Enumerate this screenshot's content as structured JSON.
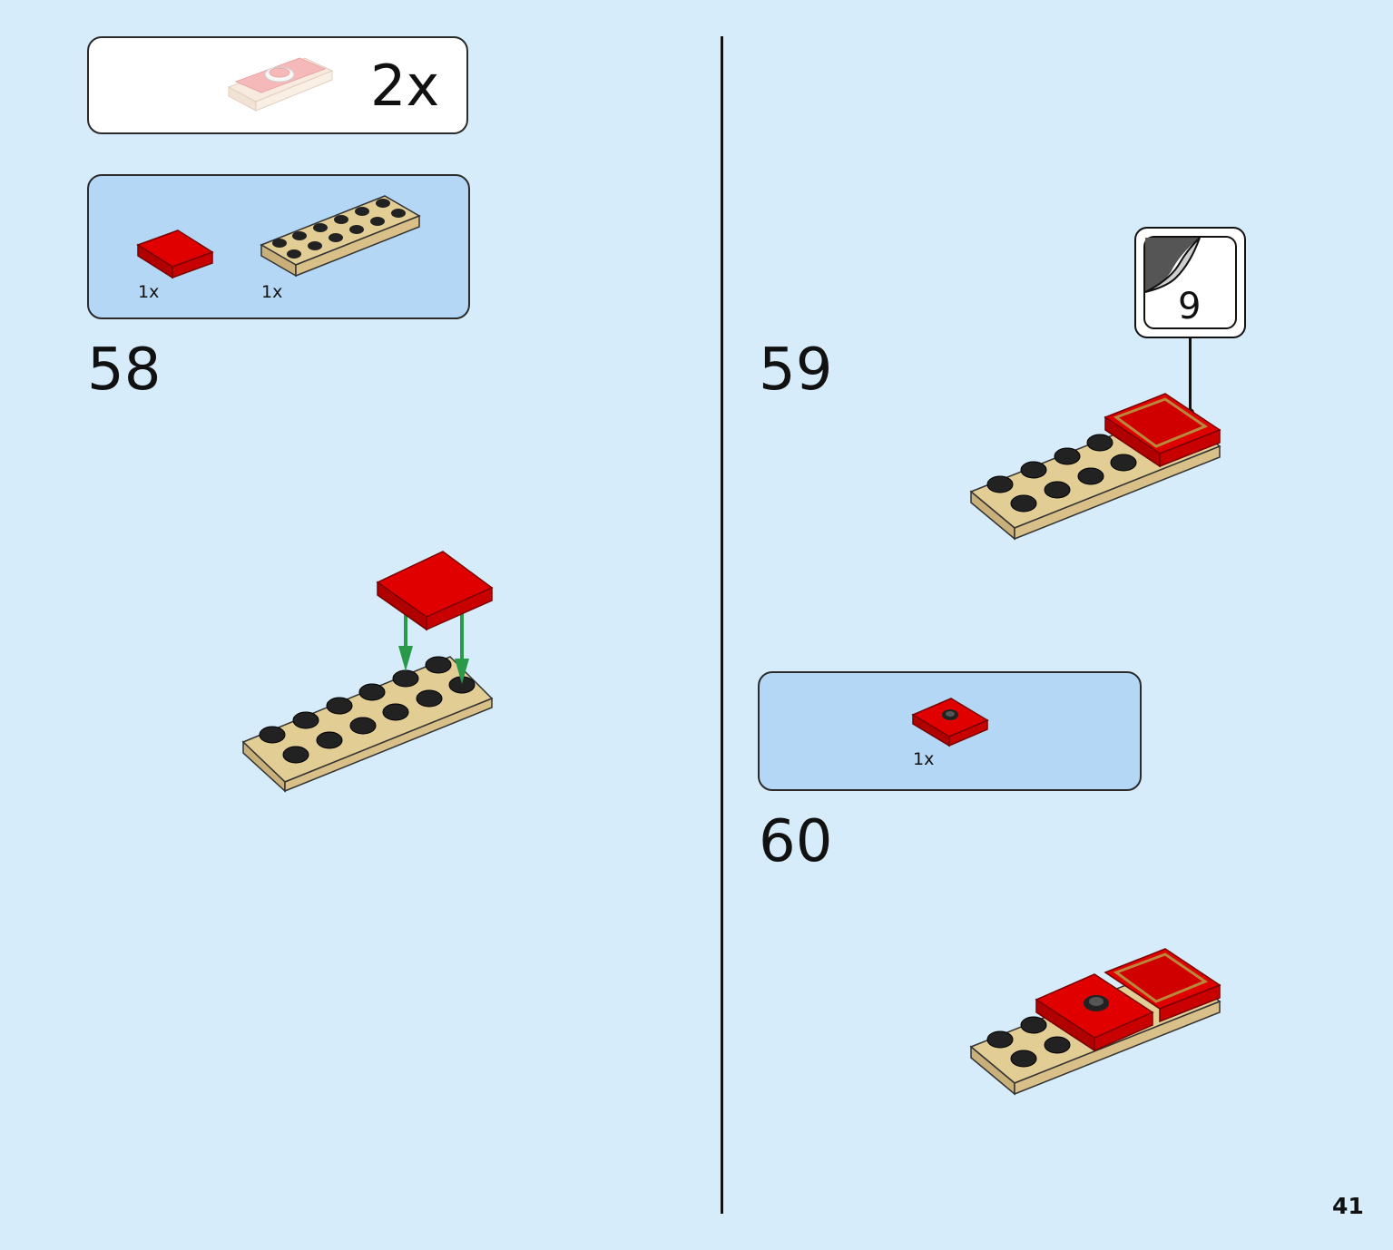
{
  "callout": {
    "count": "2x",
    "icon": "red-tile-subassembly-icon"
  },
  "steps": [
    {
      "number": "58",
      "parts": [
        {
          "qty": "1x",
          "icon": "red-tile-2x2-icon"
        },
        {
          "qty": "1x",
          "icon": "tan-plate-2x6-icon"
        }
      ]
    },
    {
      "number": "59",
      "sticker": "9"
    },
    {
      "number": "60",
      "parts": [
        {
          "qty": "1x",
          "icon": "red-jumper-plate-icon"
        }
      ]
    }
  ],
  "page_number": "41",
  "colors": {
    "background": "#d6ecfa",
    "parts_box": "#b3d7f5",
    "brick_red": "#d10000",
    "brick_tan": "#e0c98f",
    "arrow_green": "#2a9a4a"
  }
}
